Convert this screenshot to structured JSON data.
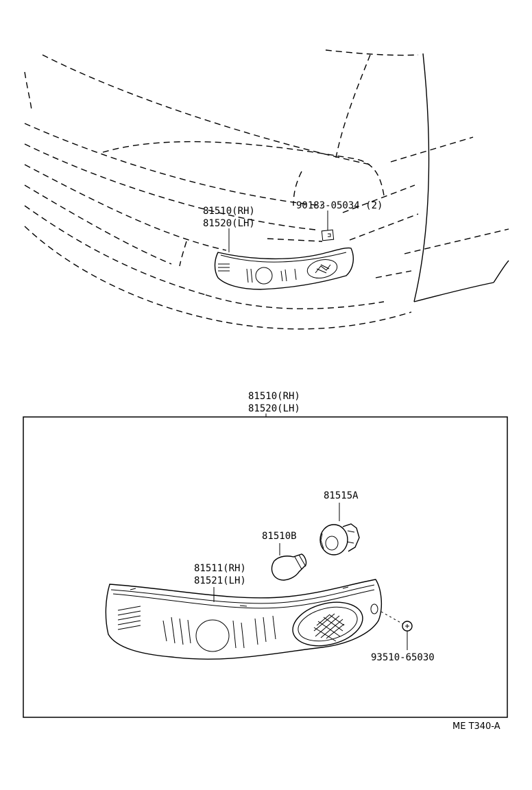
{
  "car_view": {
    "part_lamp_rh": "81510(RH)",
    "part_lamp_lh": "81520(LH)",
    "part_clip": "90183-05034 (2)"
  },
  "detail_view": {
    "header_rh": "81510(RH)",
    "header_lh": "81520(LH)",
    "part_socket": "81515A",
    "part_bulb": "81510B",
    "part_lens_rh": "81511(RH)",
    "part_lens_lh": "81521(LH)",
    "part_screw": "93510-65030"
  },
  "diagram_code": "ME T340-A"
}
